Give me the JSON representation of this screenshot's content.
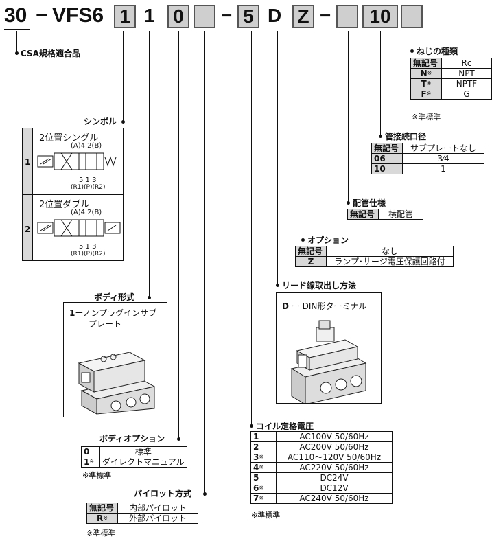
{
  "code": {
    "prefix": "30",
    "dash1": "−",
    "series": "VFS6",
    "box1": "1",
    "box2": "1",
    "box3": "0",
    "box4": "",
    "dash2": "−",
    "box5": "5",
    "box6": "D",
    "box7": "Z",
    "dash3": "−",
    "box8": "",
    "box9": "10",
    "box10": ""
  },
  "csa": "CSA規格適合品",
  "thread": {
    "title": "ねじの種類",
    "rows": [
      {
        "k": "無記号",
        "n": "",
        "v": "Rc"
      },
      {
        "k": "N",
        "n": "※",
        "v": "NPT"
      },
      {
        "k": "T",
        "n": "※",
        "v": "NPTF"
      },
      {
        "k": "F",
        "n": "※",
        "v": "G"
      }
    ],
    "note": "※準標準"
  },
  "port": {
    "title": "管接続口径",
    "rows": [
      {
        "k": "無記号",
        "v": "サブプレートなし"
      },
      {
        "k": "06",
        "v": "3⁄4"
      },
      {
        "k": "10",
        "v": "1"
      }
    ]
  },
  "piping": {
    "title": "配管仕様",
    "rows": [
      {
        "k": "無記号",
        "v": "横配管"
      }
    ]
  },
  "option": {
    "title": "オプション",
    "rows": [
      {
        "k": "無記号",
        "v": "なし"
      },
      {
        "k": "Z",
        "v": "ランプ･サージ電圧保護回路付"
      }
    ]
  },
  "lead": {
    "title": "リード線取出し方法",
    "item_key": "D",
    "item_text": "ー DIN形ターミナル"
  },
  "coil": {
    "title": "コイル定格電圧",
    "rows": [
      {
        "k": "1",
        "n": "",
        "v": "AC100V 50/60Hz"
      },
      {
        "k": "2",
        "n": "",
        "v": "AC200V 50/60Hz"
      },
      {
        "k": "3",
        "n": "※",
        "v": "AC110〜120V 50/60Hz"
      },
      {
        "k": "4",
        "n": "※",
        "v": "AC220V 50/60Hz"
      },
      {
        "k": "5",
        "n": "",
        "v": "DC24V"
      },
      {
        "k": "6",
        "n": "※",
        "v": "DC12V"
      },
      {
        "k": "7",
        "n": "※",
        "v": "AC240V 50/60Hz"
      }
    ],
    "note": "※準標準"
  },
  "symbol": {
    "title": "シンボル",
    "rows": [
      {
        "k": "1",
        "name": "2位置シングル",
        "top": "(A)4  2(B)",
        "bottom1": "5 1 3",
        "bottom2": "(R1)(P)(R2)"
      },
      {
        "k": "2",
        "name": "2位置ダブル",
        "top": "(A)4  2(B)",
        "bottom1": "5 1 3",
        "bottom2": "(R1)(P)(R2)"
      }
    ]
  },
  "body": {
    "title": "ボディ形式",
    "item_key": "1",
    "item_line1": "ーノンプラグインサブ",
    "item_line2": "プレート"
  },
  "bodyopt": {
    "title": "ボディオプション",
    "rows": [
      {
        "k": "0",
        "n": "",
        "v": "標準"
      },
      {
        "k": "1",
        "n": "※",
        "v": "ダイレクトマニュアル"
      }
    ],
    "note": "※準標準"
  },
  "pilot": {
    "title": "パイロット方式",
    "rows": [
      {
        "k": "無記号",
        "n": "",
        "v": "内部パイロット"
      },
      {
        "k": "R",
        "n": "※",
        "v": "外部パイロット"
      }
    ],
    "note": "※準標準"
  }
}
